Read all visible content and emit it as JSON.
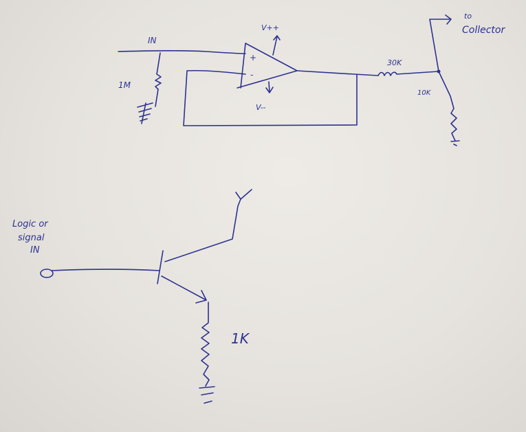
{
  "opamp_circuit": {
    "input_label": "IN",
    "input_resistor": "1M",
    "supply_positive": "V++",
    "supply_negative": "V--",
    "plus_input": "+",
    "minus_input": "-",
    "series_resistor": "30K",
    "shunt_resistor": "10K",
    "output_label_line1": "to",
    "output_label_line2": "Collector"
  },
  "transistor_circuit": {
    "input_label_line1": "Logic or",
    "input_label_line2": "signal",
    "input_label_line3": "IN",
    "emitter_resistor": "1K"
  },
  "ink_color": "#2b3190"
}
